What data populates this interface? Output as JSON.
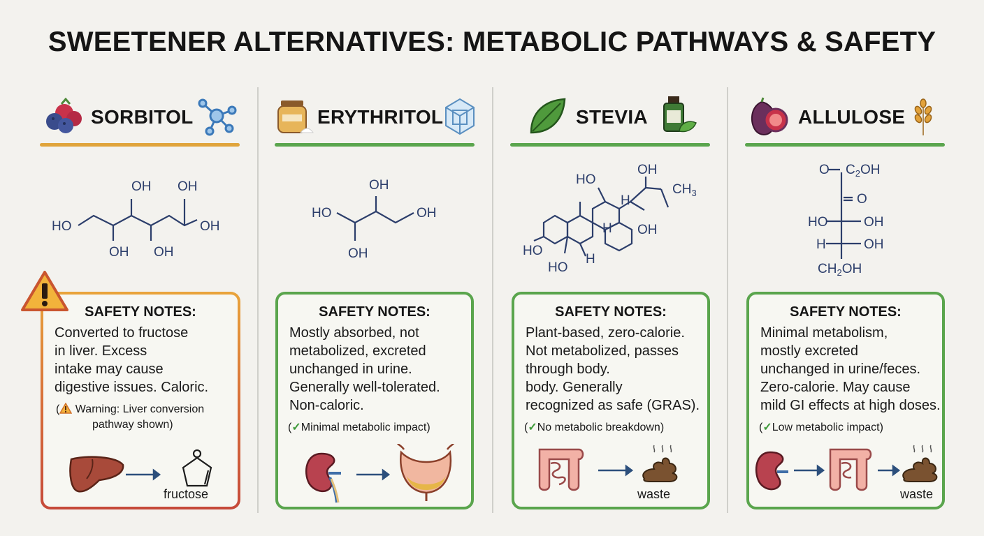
{
  "title": "SWEETENER ALTERNATIVES: METABOLIC PATHWAYS & SAFETY",
  "colors": {
    "warning_accent": "#e3a23a",
    "safe_accent": "#5aa54d",
    "structure": "#2c3e6b"
  },
  "columns": [
    {
      "name": "SORBITOL",
      "icons": [
        "berries-icon",
        "molecule-icon"
      ],
      "structure_labels": [
        "HO",
        "OH",
        "OH",
        "OH",
        "OH",
        "OH"
      ],
      "safety_heading": "SAFETY NOTES:",
      "safety_lines": [
        "Converted to fructose",
        "in liver. Excess",
        "intake may cause",
        "digestive issues. Caloric."
      ],
      "note_prefix": "(",
      "note_line1": "Warning: Liver conversion",
      "note_line2": "pathway shown)",
      "pathway": [
        "liver-icon",
        "arrow-icon",
        "fructose-ring-icon"
      ],
      "pathway_label": "fructose"
    },
    {
      "name": "ERYTHRITOL",
      "icons": [
        "jar-icon",
        "crystal-icon"
      ],
      "structure_labels": [
        "OH",
        "HO",
        "OH",
        "OH"
      ],
      "safety_heading": "SAFETY NOTES:",
      "safety_lines": [
        "Mostly absorbed, not",
        "metabolized, excreted",
        "unchanged in urine.",
        "Generally well-tolerated.",
        "Non-caloric."
      ],
      "note": "Minimal metabolic impact)",
      "pathway": [
        "kidney-icon",
        "arrow-icon",
        "bladder-icon"
      ]
    },
    {
      "name": "STEVIA",
      "icons": [
        "leaf-icon",
        "bottle-icon"
      ],
      "structure_labels": [
        "OH",
        "HO",
        "CH3",
        "H",
        "H",
        "OH",
        "HO",
        "H",
        "HO"
      ],
      "safety_heading": "SAFETY NOTES:",
      "safety_lines": [
        "Plant-based, zero-calorie.",
        "Not metabolized, passes",
        "through body.",
        "body. Generally",
        "recognized as safe (GRAS)."
      ],
      "note": "No metabolic breakdown)",
      "pathway": [
        "intestine-icon",
        "arrow-icon",
        "waste-icon"
      ],
      "pathway_label": "waste"
    },
    {
      "name": "ALLULOSE",
      "icons": [
        "fig-icon",
        "wheat-icon"
      ],
      "structure_labels": [
        "O",
        "C2OH",
        "O",
        "HO",
        "OH",
        "H",
        "OH",
        "CH2OH"
      ],
      "safety_heading": "SAFETY NOTES:",
      "safety_lines": [
        "Minimal metabolism,",
        "mostly excreted",
        "unchanged in urine/feces.",
        "Zero-calorie. May cause",
        "mild GI effects at high doses."
      ],
      "note": "Low metabolic impact)",
      "pathway": [
        "kidney-icon",
        "arrow-icon",
        "intestine-icon",
        "arrow-icon",
        "waste-icon"
      ],
      "pathway_label": "waste"
    }
  ]
}
